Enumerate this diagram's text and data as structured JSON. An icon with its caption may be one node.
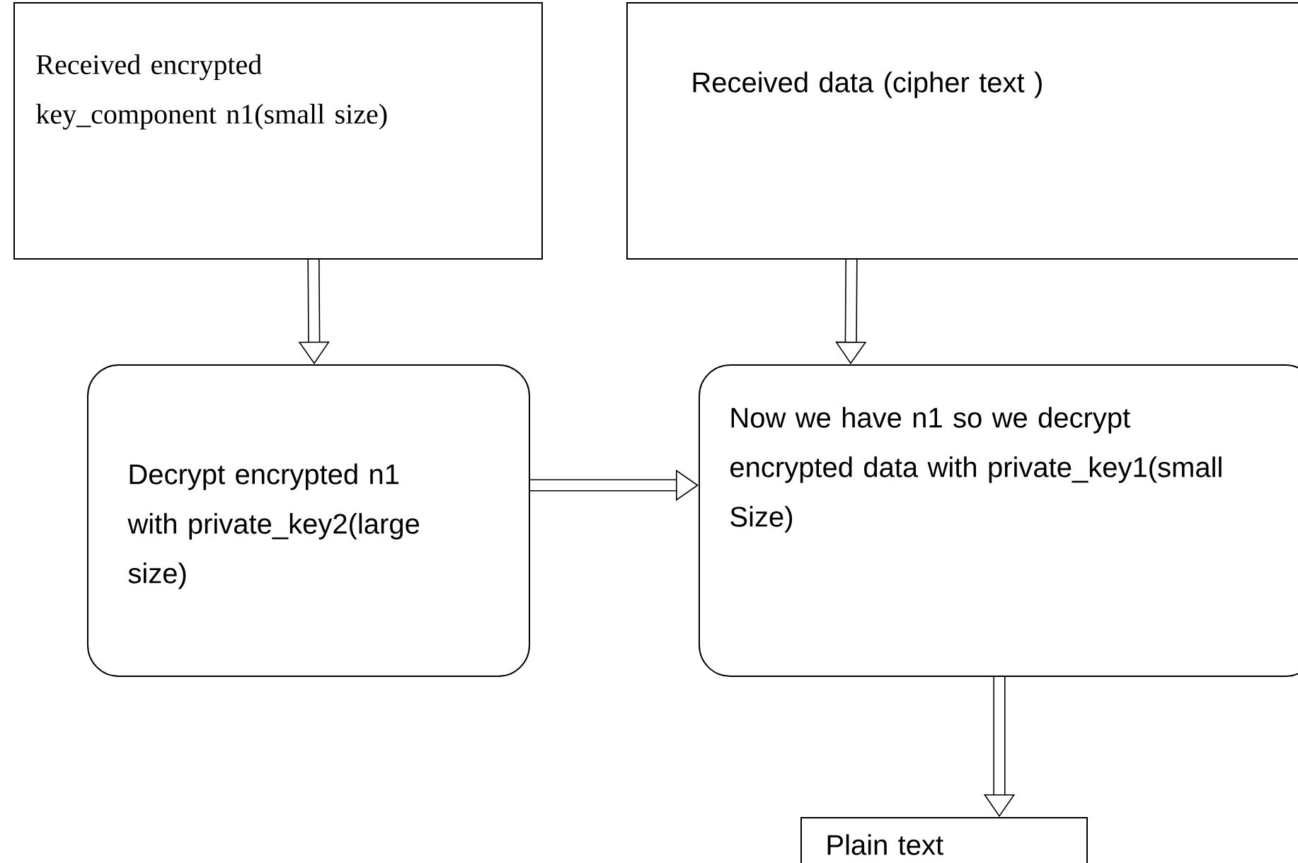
{
  "diagram": {
    "nodes": [
      {
        "text": [
          "Received encrypted key_component n1(small size)"
        ]
      },
      {
        "text": [
          "Received data (cipher text )"
        ]
      },
      {
        "text": [
          "Decrypt encrypted n1 with private_key2(large size)"
        ]
      },
      {
        "text": [
          "Now we have n1 so we decrypt encrypted data with private_key1(small Size)"
        ]
      },
      {
        "text": [
          "Plain text"
        ]
      }
    ],
    "edges": [
      {
        "from": 0,
        "to": 2,
        "arrow": "to"
      },
      {
        "from": 1,
        "to": 3,
        "arrow": "to"
      },
      {
        "from": 2,
        "to": 3,
        "arrow": "to"
      },
      {
        "from": 3,
        "to": 4,
        "arrow": "to"
      }
    ]
  }
}
